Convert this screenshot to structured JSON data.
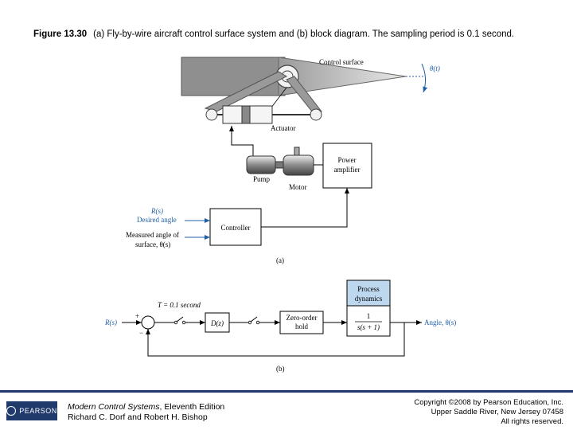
{
  "caption": {
    "label": "Figure 13.30",
    "text": "(a) Fly-by-wire aircraft control surface system and (b) block diagram. The sampling period is 0.1 second."
  },
  "figure_a": {
    "control_surface": "Control surface",
    "theta_t": "θ(t)",
    "actuator": "Actuator",
    "pump": "Pump",
    "motor": "Motor",
    "power_amplifier_line1": "Power",
    "power_amplifier_line2": "amplifier",
    "controller": "Controller",
    "r_s": "R(s)",
    "desired_angle": "Desired angle",
    "measured_line1": "Measured angle of",
    "measured_line2": "surface, θ(s)",
    "sublabel": "(a)"
  },
  "figure_b": {
    "input": "R(s)",
    "plus": "+",
    "minus": "−",
    "sampling": "T = 0.1 second",
    "dz": "D(z)",
    "zoh_line1": "Zero-order",
    "zoh_line2": "hold",
    "process_line1": "Process",
    "process_line2": "dynamics",
    "tf_num": "1",
    "tf_den": "s(s + 1)",
    "output": "Angle, θ(s)",
    "sublabel": "(b)"
  },
  "footer": {
    "logo": "PEARSON",
    "book_title": "Modern Control Systems",
    "edition": ", Eleventh Edition",
    "authors": "Richard C. Dorf and Robert H. Bishop",
    "copyright_line1": "Copyright ©2008 by Pearson Education, Inc.",
    "copyright_line2": "Upper Saddle River, New Jersey 07458",
    "copyright_line3": "All rights reserved."
  },
  "colors": {
    "blue_label": "#1f5fa8",
    "process_box": "#bcd7ee",
    "footer_bar": "#1f3a6b"
  }
}
